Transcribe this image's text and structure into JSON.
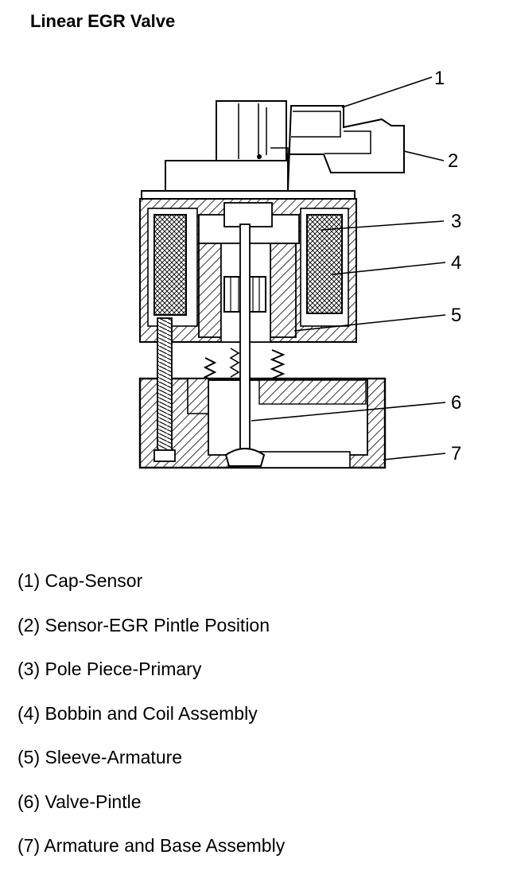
{
  "title": "Linear EGR Valve",
  "callouts": [
    "1",
    "2",
    "3",
    "4",
    "5",
    "6",
    "7"
  ],
  "legend": [
    "(1) Cap-Sensor",
    "(2) Sensor-EGR Pintle Position",
    "(3) Pole Piece-Primary",
    "(4) Bobbin and Coil Assembly",
    "(5) Sleeve-Armature",
    "(6) Valve-Pintle",
    "(7) Armature and Base Assembly"
  ]
}
